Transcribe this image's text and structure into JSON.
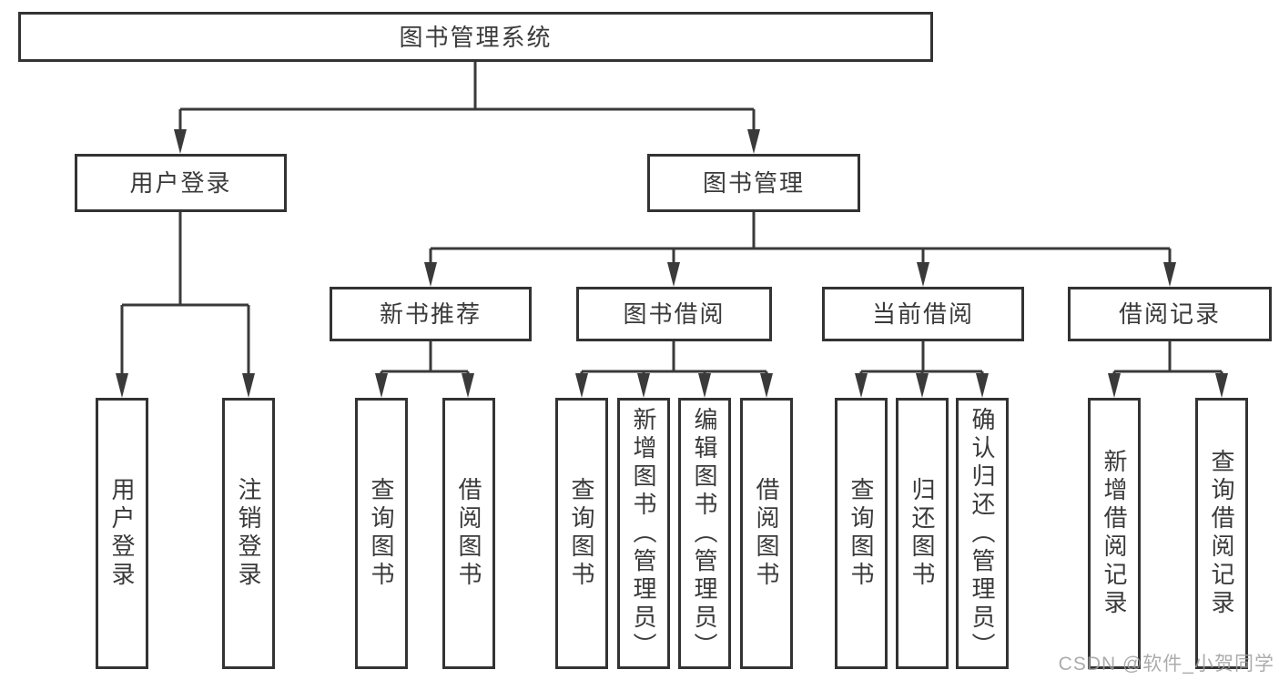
{
  "diagram_type": "function-structure-tree",
  "colors": {
    "background": "#ffffff",
    "box_fill": "#ffffff",
    "box_border": "#333333",
    "line": "#3a3a3a",
    "text": "#3a3a3a",
    "watermark": "#9e9e9e"
  },
  "tree": {
    "root": {
      "label": "图书管理系统"
    },
    "branches": [
      {
        "label": "用户登录",
        "children": [
          {
            "label": "用户登录"
          },
          {
            "label": "注销登录"
          }
        ]
      },
      {
        "label": "图书管理",
        "children": [
          {
            "label": "新书推荐",
            "children": [
              {
                "label": "查询图书"
              },
              {
                "label": "借阅图书"
              }
            ]
          },
          {
            "label": "图书借阅",
            "children": [
              {
                "label": "查询图书"
              },
              {
                "label": "新增图书（管理员）"
              },
              {
                "label": "编辑图书（管理员）"
              },
              {
                "label": "借阅图书"
              }
            ]
          },
          {
            "label": "当前借阅",
            "children": [
              {
                "label": "查询图书"
              },
              {
                "label": "归还图书"
              },
              {
                "label": "确认归还（管理员）"
              }
            ]
          },
          {
            "label": "借阅记录",
            "children": [
              {
                "label": "新增借阅记录"
              },
              {
                "label": "查询借阅记录"
              }
            ]
          }
        ]
      }
    ]
  },
  "watermark": {
    "text": "CSDN @软件_小贺同学"
  }
}
